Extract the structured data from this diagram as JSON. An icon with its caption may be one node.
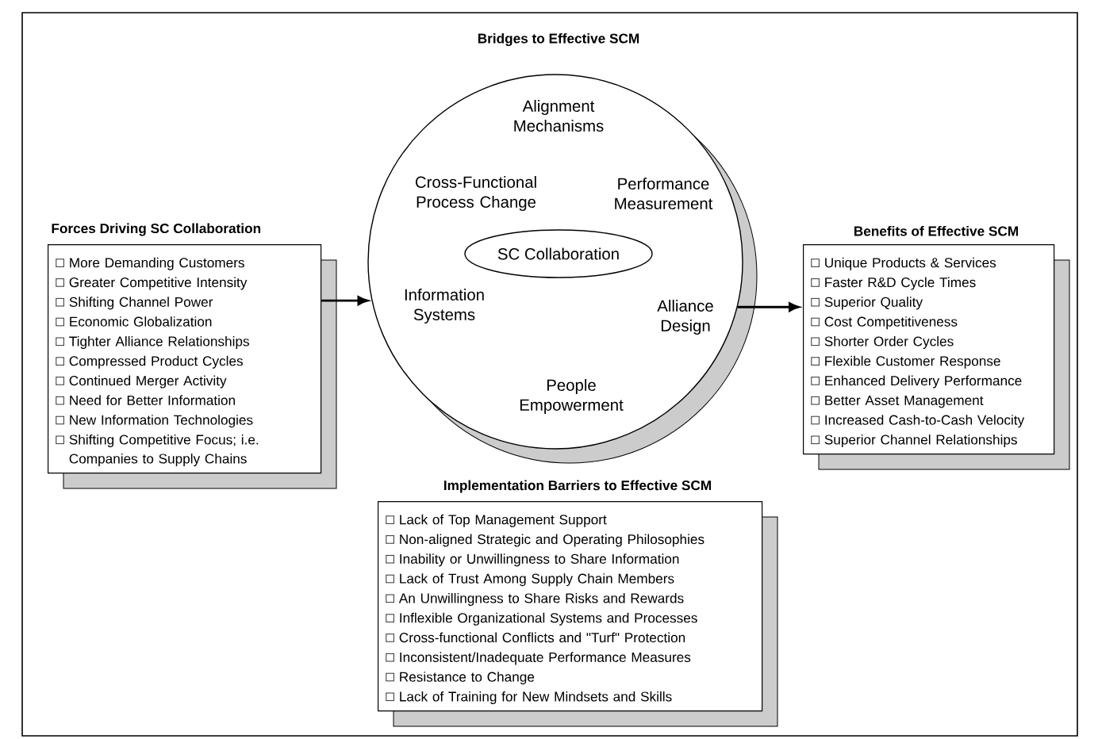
{
  "diagram": {
    "nodes": [
      {
        "text": [
          "Forces Driving SC Collaboration",
          "More Demanding Customers",
          "Greater Competitive Intensity",
          "Shifting Channel Power",
          "Economic Globalization",
          "Tighter Alliance Relationships",
          "Compressed Product Cycles",
          "Continued Merger Activity",
          "Need for Better Information",
          "New Information Technologies",
          "Shifting Competitive Focus; i.e. Companies to Supply Chains"
        ]
      },
      {
        "text": [
          "Bridges to Effective SCM",
          "Alignment Mechanisms",
          "Cross-Functional Process Change",
          "Performance Measurement",
          "Information Systems",
          "Alliance Design",
          "People Empowerment"
        ]
      },
      {
        "text": [
          "SC Collaboration"
        ],
        "in": 1
      },
      {
        "text": [
          "Benefits of Effective SCM",
          "Unique Products & Services",
          "Faster R&D Cycle Times",
          "Superior Quality",
          "Cost Competitiveness",
          "Shorter Order Cycles",
          "Flexible Customer Response",
          "Enhanced Delivery Performance",
          "Better Asset Management",
          "Increased Cash-to-Cash Velocity",
          "Superior Channel Relationships"
        ]
      },
      {
        "text": [
          "Implementation Barriers to Effective SCM",
          "Lack of Top Management Support",
          "Non-aligned Strategic and Operating Philosophies",
          "Inability or Unwillingness to Share Information",
          "Lack of Trust Among Supply Chain Members",
          "An Unwillingness to Share Risks and Rewards",
          "Inflexible Organizational Systems and Processes",
          "Cross-functional Conflicts and \"Turf\" Protection",
          "Inconsistent/Inadequate Performance Measures",
          "Resistance to Change",
          "Lack of Training for New Mindsets and Skills"
        ]
      }
    ],
    "edges": [
      {
        "from": 0,
        "to": 1,
        "arrow": "to"
      },
      {
        "from": 1,
        "to": 3,
        "arrow": "to"
      }
    ]
  }
}
